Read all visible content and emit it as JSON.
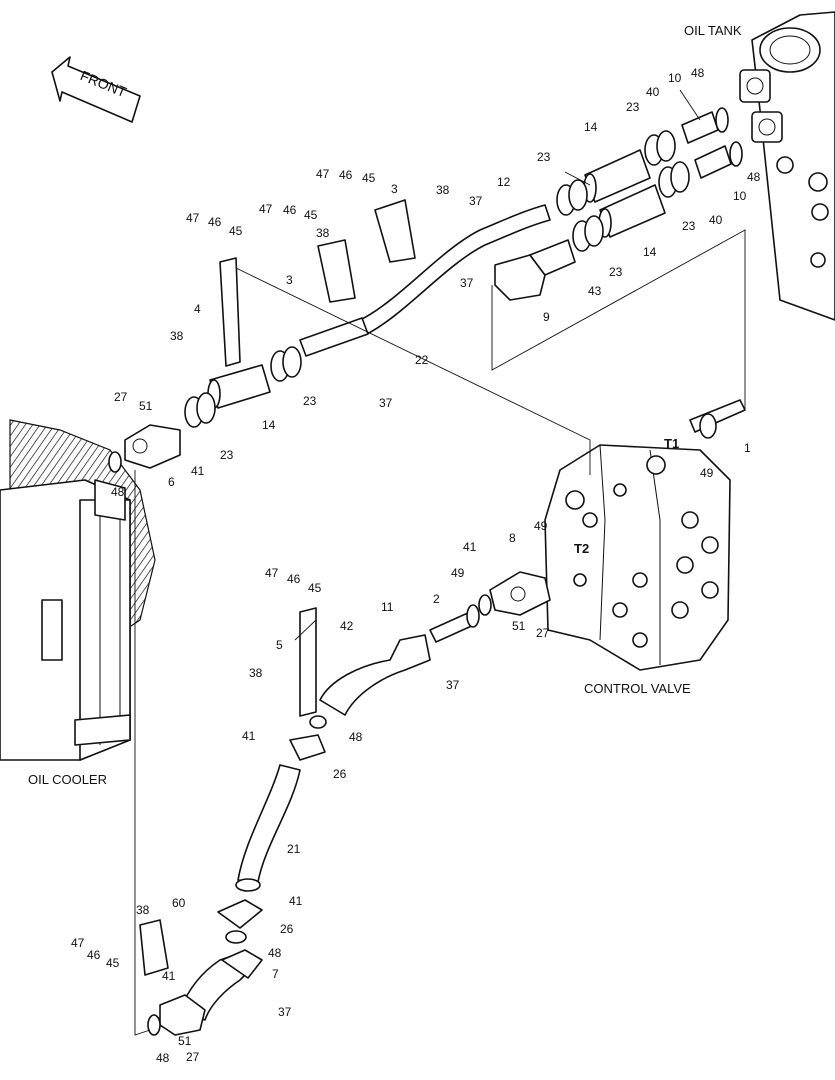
{
  "labels": {
    "front": "FRONT",
    "oil_tank": "OIL TANK",
    "oil_cooler": "OIL COOLER",
    "control_valve": "CONTROL VALVE",
    "t1": "T1",
    "t2": "T2"
  },
  "callouts": [
    {
      "id": "c1",
      "text": "1"
    },
    {
      "id": "c2",
      "text": "2"
    },
    {
      "id": "c3a",
      "text": "3"
    },
    {
      "id": "c3b",
      "text": "3"
    },
    {
      "id": "c4",
      "text": "4"
    },
    {
      "id": "c5",
      "text": "5"
    },
    {
      "id": "c6",
      "text": "6"
    },
    {
      "id": "c7",
      "text": "7"
    },
    {
      "id": "c8",
      "text": "8"
    },
    {
      "id": "c9",
      "text": "9"
    },
    {
      "id": "c10a",
      "text": "10"
    },
    {
      "id": "c10b",
      "text": "10"
    },
    {
      "id": "c11",
      "text": "11"
    },
    {
      "id": "c12",
      "text": "12"
    },
    {
      "id": "c14a",
      "text": "14"
    },
    {
      "id": "c14b",
      "text": "14"
    },
    {
      "id": "c14c",
      "text": "14"
    },
    {
      "id": "c21",
      "text": "21"
    },
    {
      "id": "c22",
      "text": "22"
    },
    {
      "id": "c23a",
      "text": "23"
    },
    {
      "id": "c23b",
      "text": "23"
    },
    {
      "id": "c23c",
      "text": "23"
    },
    {
      "id": "c23d",
      "text": "23"
    },
    {
      "id": "c23e",
      "text": "23"
    },
    {
      "id": "c23f",
      "text": "23"
    },
    {
      "id": "c26a",
      "text": "26"
    },
    {
      "id": "c26b",
      "text": "26"
    },
    {
      "id": "c27a",
      "text": "27"
    },
    {
      "id": "c27b",
      "text": "27"
    },
    {
      "id": "c27c",
      "text": "27"
    },
    {
      "id": "c37a",
      "text": "37"
    },
    {
      "id": "c37b",
      "text": "37"
    },
    {
      "id": "c37c",
      "text": "37"
    },
    {
      "id": "c37d",
      "text": "37"
    },
    {
      "id": "c37e",
      "text": "37"
    },
    {
      "id": "c38a",
      "text": "38"
    },
    {
      "id": "c38b",
      "text": "38"
    },
    {
      "id": "c38c",
      "text": "38"
    },
    {
      "id": "c38d",
      "text": "38"
    },
    {
      "id": "c38e",
      "text": "38"
    },
    {
      "id": "c40a",
      "text": "40"
    },
    {
      "id": "c40b",
      "text": "40"
    },
    {
      "id": "c41a",
      "text": "41"
    },
    {
      "id": "c41b",
      "text": "41"
    },
    {
      "id": "c41c",
      "text": "41"
    },
    {
      "id": "c41d",
      "text": "41"
    },
    {
      "id": "c41e",
      "text": "41"
    },
    {
      "id": "c42",
      "text": "42"
    },
    {
      "id": "c43",
      "text": "43"
    },
    {
      "id": "c45a",
      "text": "45"
    },
    {
      "id": "c45b",
      "text": "45"
    },
    {
      "id": "c45c",
      "text": "45"
    },
    {
      "id": "c45d",
      "text": "45"
    },
    {
      "id": "c45e",
      "text": "45"
    },
    {
      "id": "c46a",
      "text": "46"
    },
    {
      "id": "c46b",
      "text": "46"
    },
    {
      "id": "c46c",
      "text": "46"
    },
    {
      "id": "c46d",
      "text": "46"
    },
    {
      "id": "c46e",
      "text": "46"
    },
    {
      "id": "c47a",
      "text": "47"
    },
    {
      "id": "c47b",
      "text": "47"
    },
    {
      "id": "c47c",
      "text": "47"
    },
    {
      "id": "c47d",
      "text": "47"
    },
    {
      "id": "c47e",
      "text": "47"
    },
    {
      "id": "c48a",
      "text": "48"
    },
    {
      "id": "c48b",
      "text": "48"
    },
    {
      "id": "c48c",
      "text": "48"
    },
    {
      "id": "c48d",
      "text": "48"
    },
    {
      "id": "c48e",
      "text": "48"
    },
    {
      "id": "c48f",
      "text": "48"
    },
    {
      "id": "c49a",
      "text": "49"
    },
    {
      "id": "c49b",
      "text": "49"
    },
    {
      "id": "c49c",
      "text": "49"
    },
    {
      "id": "c51a",
      "text": "51"
    },
    {
      "id": "c51b",
      "text": "51"
    },
    {
      "id": "c51c",
      "text": "51"
    },
    {
      "id": "c60",
      "text": "60"
    }
  ]
}
